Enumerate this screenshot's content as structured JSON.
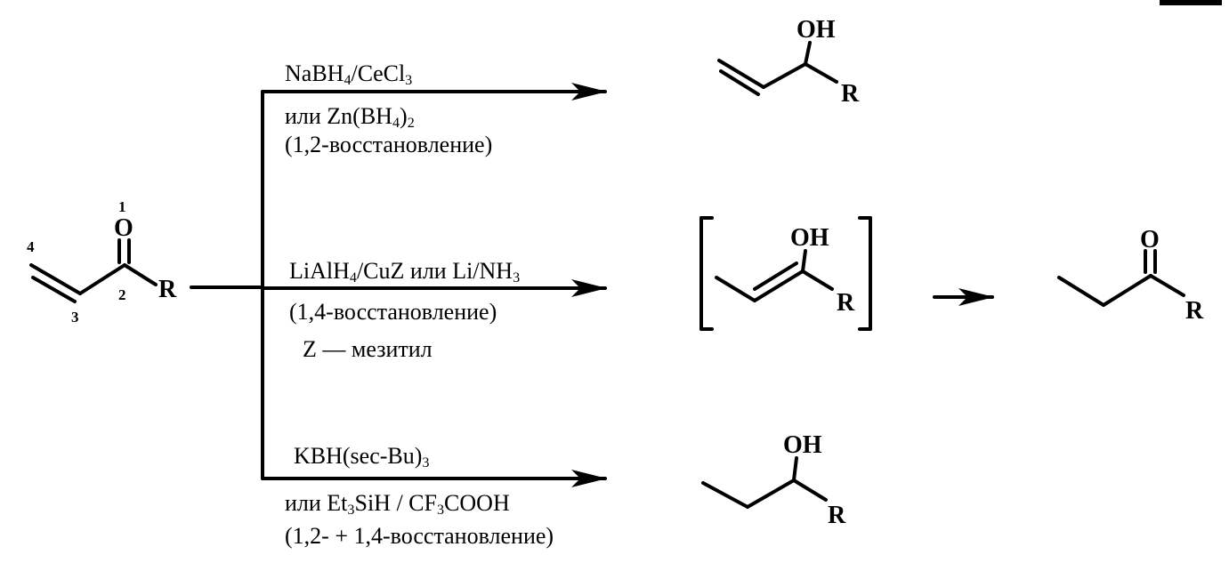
{
  "reactant": {
    "positions": [
      "1",
      "2",
      "3",
      "4"
    ],
    "oxygen": "O",
    "substituent": "R"
  },
  "reagents": {
    "top": {
      "line1_main": "NaBH",
      "line1_sub": "4",
      "line1_mid": "/CeCl",
      "line1_sub2": "3",
      "line2_main": "или Zn(BH",
      "line2_sub": "4",
      "line2_end": ")",
      "line2_sub2": "2",
      "line3": "(1,2-восстановление)"
    },
    "middle": {
      "line1_a": "LiAlH",
      "line1_sub": "4",
      "line1_b": "/CuZ  или Li/NH",
      "line1_sub2": "3",
      "line2": "(1,4-восстановление)",
      "line3": "Z — мезитил"
    },
    "bottom": {
      "line1_a": "KBH(sec-Bu)",
      "line1_sub": "3",
      "line2_a": "или Et",
      "line2_sub": "3",
      "line2_b": "SiH / CF",
      "line2_sub2": "3",
      "line2_c": "COOH",
      "line3": "(1,2-  + 1,4-восстановление)"
    }
  },
  "products": {
    "allyl_alcohol": {
      "oh": "OH",
      "r": "R"
    },
    "enol": {
      "oh": "OH",
      "r": "R"
    },
    "ketone": {
      "o": "O",
      "r": "R"
    },
    "saturated_alcohol": {
      "oh": "OH",
      "r": "R"
    }
  }
}
